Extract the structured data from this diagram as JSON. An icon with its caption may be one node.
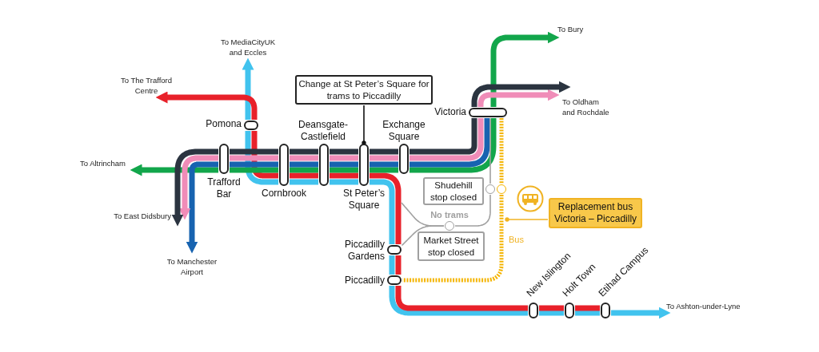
{
  "diagram": {
    "nodes": [
      {
        "text": [
          "To Bury"
        ]
      },
      {
        "text": [
          "To MediaCityUK and Eccles"
        ]
      },
      {
        "text": [
          "Change at St Peter’s Square for trams to Piccadilly"
        ]
      },
      {
        "text": [
          "To The Trafford Centre"
        ]
      },
      {
        "text": [
          "To Oldham and Rochdale"
        ]
      },
      {
        "text": [
          "Victoria"
        ]
      },
      {
        "text": [
          "Pomona"
        ]
      },
      {
        "text": [
          "Deansgate-Castlefield"
        ]
      },
      {
        "text": [
          "Exchange Square"
        ]
      },
      {
        "text": [
          "To Altrincham"
        ]
      },
      {
        "text": [
          "Trafford Bar"
        ]
      },
      {
        "text": [
          "Cornbrook"
        ]
      },
      {
        "text": [
          "St Peter’s Square"
        ]
      },
      {
        "text": [
          "Shudehill stop closed"
        ]
      },
      {
        "text": [],
        "shape": "circle"
      },
      {
        "text": [],
        "shape": "circle"
      },
      {
        "text": [
          "Replacement bus Victoria – Piccadilly"
        ]
      },
      {
        "text": [
          "To East Didsbury"
        ]
      },
      {
        "text": [],
        "shape": "circle"
      },
      {
        "text": [
          "Market Street stop closed"
        ]
      },
      {
        "text": [
          "Piccadilly Gardens"
        ]
      },
      {
        "text": [
          "To Manchester Airport"
        ]
      },
      {
        "text": [
          "Piccadilly"
        ]
      },
      {
        "text": [
          "New Islington"
        ]
      },
      {
        "text": [
          "Holt Town"
        ]
      },
      {
        "text": [
          "Etihad Campus"
        ]
      },
      {
        "text": [
          "To Ashton-under-Lyne"
        ]
      }
    ],
    "edges": [
      {
        "from": 6,
        "to": 1,
        "arrow": "to",
        "color": "#41c3ee"
      },
      {
        "from": 6,
        "to": 11,
        "arrow": "none",
        "color": "#41c3ee"
      },
      {
        "from": 11,
        "to": 7,
        "arrow": "none",
        "color": "#41c3ee"
      },
      {
        "from": 7,
        "to": 12,
        "arrow": "none",
        "color": "#41c3ee"
      },
      {
        "from": 12,
        "to": 20,
        "arrow": "none",
        "color": "#41c3ee"
      },
      {
        "from": 20,
        "to": 22,
        "arrow": "none",
        "color": "#41c3ee"
      },
      {
        "from": 22,
        "to": 23,
        "arrow": "none",
        "color": "#41c3ee"
      },
      {
        "from": 23,
        "to": 24,
        "arrow": "none",
        "color": "#41c3ee"
      },
      {
        "from": 24,
        "to": 25,
        "arrow": "none",
        "color": "#41c3ee"
      },
      {
        "from": 25,
        "to": 26,
        "arrow": "to",
        "color": "#41c3ee"
      },
      {
        "from": 6,
        "to": 3,
        "arrow": "to",
        "color": "#e8212a"
      },
      {
        "from": 6,
        "to": 11,
        "arrow": "none",
        "color": "#e8212a"
      },
      {
        "from": 11,
        "to": 7,
        "arrow": "none",
        "color": "#e8212a"
      },
      {
        "from": 7,
        "to": 12,
        "arrow": "none",
        "color": "#e8212a"
      },
      {
        "from": 12,
        "to": 20,
        "arrow": "none",
        "color": "#e8212a"
      },
      {
        "from": 20,
        "to": 22,
        "arrow": "none",
        "color": "#e8212a"
      },
      {
        "from": 22,
        "to": 23,
        "arrow": "none",
        "color": "#e8212a"
      },
      {
        "from": 23,
        "to": 24,
        "arrow": "none",
        "color": "#e8212a"
      },
      {
        "from": 24,
        "to": 25,
        "arrow": "none",
        "color": "#e8212a"
      },
      {
        "from": 10,
        "to": 9,
        "arrow": "to",
        "color": "#12a64b"
      },
      {
        "from": 10,
        "to": 11,
        "arrow": "none",
        "color": "#12a64b"
      },
      {
        "from": 11,
        "to": 7,
        "arrow": "none",
        "color": "#12a64b"
      },
      {
        "from": 7,
        "to": 12,
        "arrow": "none",
        "color": "#12a64b"
      },
      {
        "from": 12,
        "to": 8,
        "arrow": "none",
        "color": "#12a64b"
      },
      {
        "from": 8,
        "to": 5,
        "arrow": "none",
        "color": "#12a64b"
      },
      {
        "from": 5,
        "to": 0,
        "arrow": "to",
        "color": "#12a64b"
      },
      {
        "from": 10,
        "to": 21,
        "arrow": "to",
        "color": "#1763b0"
      },
      {
        "from": 10,
        "to": 11,
        "arrow": "none",
        "color": "#1763b0"
      },
      {
        "from": 11,
        "to": 7,
        "arrow": "none",
        "color": "#1763b0"
      },
      {
        "from": 7,
        "to": 12,
        "arrow": "none",
        "color": "#1763b0"
      },
      {
        "from": 12,
        "to": 8,
        "arrow": "none",
        "color": "#1763b0"
      },
      {
        "from": 8,
        "to": 5,
        "arrow": "none",
        "color": "#1763b0"
      },
      {
        "from": 10,
        "to": 17,
        "arrow": "to",
        "color": "#f08cb8"
      },
      {
        "from": 10,
        "to": 11,
        "arrow": "none",
        "color": "#f08cb8"
      },
      {
        "from": 11,
        "to": 7,
        "arrow": "none",
        "color": "#f08cb8"
      },
      {
        "from": 7,
        "to": 12,
        "arrow": "none",
        "color": "#f08cb8"
      },
      {
        "from": 12,
        "to": 8,
        "arrow": "none",
        "color": "#f08cb8"
      },
      {
        "from": 8,
        "to": 5,
        "arrow": "none",
        "color": "#f08cb8"
      },
      {
        "from": 5,
        "to": 4,
        "arrow": "to",
        "color": "#f08cb8"
      },
      {
        "from": 10,
        "to": 17,
        "arrow": "to",
        "color": "#2b3440"
      },
      {
        "from": 10,
        "to": 11,
        "arrow": "none",
        "color": "#2b3440"
      },
      {
        "from": 11,
        "to": 7,
        "arrow": "none",
        "color": "#2b3440"
      },
      {
        "from": 7,
        "to": 12,
        "arrow": "none",
        "color": "#2b3440"
      },
      {
        "from": 12,
        "to": 8,
        "arrow": "none",
        "color": "#2b3440"
      },
      {
        "from": 8,
        "to": 5,
        "arrow": "none",
        "color": "#2b3440"
      },
      {
        "from": 5,
        "to": 4,
        "arrow": "to",
        "color": "#2b3440"
      },
      {
        "from": 5,
        "to": 14,
        "arrow": "none",
        "color": "#a0a0a0"
      },
      {
        "from": 14,
        "to": 18,
        "arrow": "none",
        "color": "#a0a0a0"
      },
      {
        "from": 18,
        "to": 20,
        "arrow": "none",
        "color": "#a0a0a0"
      },
      {
        "from": 18,
        "to": null,
        "arrow": "none",
        "color": "#a0a0a0"
      },
      {
        "from": 5,
        "to": 15,
        "arrow": "none",
        "style": "dashed",
        "color": "#f4b400"
      },
      {
        "from": 15,
        "to": 22,
        "arrow": "none",
        "style": "dashed",
        "color": "#f4b400"
      },
      {
        "from": 2,
        "to": 12,
        "arrow": "other",
        "color": "#111111"
      },
      {
        "from": 16,
        "to": null,
        "arrow": "other",
        "color": "#f0b323"
      }
    ],
    "labels": [
      "No trams",
      "Bus"
    ]
  }
}
